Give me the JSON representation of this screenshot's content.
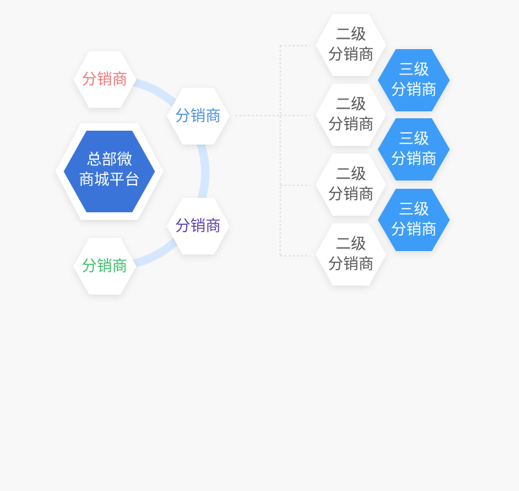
{
  "colors": {
    "background": "#f8f8f8",
    "hex_white": "#ffffff",
    "hq_fill": "#3a74d8",
    "hq_text": "#ffffff",
    "ring": "#d5e7ff",
    "connector": "#cccccc",
    "level2_text": "#555555",
    "level3_fill": "#3d9cf7",
    "level3_text": "#ffffff"
  },
  "hq": {
    "line1": "总部微",
    "line2": "商城平台"
  },
  "distributors": [
    {
      "id": "top-left",
      "label": "分销商",
      "color": "#f07878"
    },
    {
      "id": "upper-right",
      "label": "分销商",
      "color": "#4a8fdd"
    },
    {
      "id": "lower-right",
      "label": "分销商",
      "color": "#5a3fa8"
    },
    {
      "id": "bottom-left",
      "label": "分销商",
      "color": "#3fbf6a"
    }
  ],
  "level2": [
    {
      "line1": "二级",
      "line2": "分销商"
    },
    {
      "line1": "二级",
      "line2": "分销商"
    },
    {
      "line1": "二级",
      "line2": "分销商"
    },
    {
      "line1": "二级",
      "line2": "分销商"
    }
  ],
  "level3": [
    {
      "line1": "三级",
      "line2": "分销商"
    },
    {
      "line1": "三级",
      "line2": "分销商"
    },
    {
      "line1": "三级",
      "line2": "分销商"
    }
  ]
}
